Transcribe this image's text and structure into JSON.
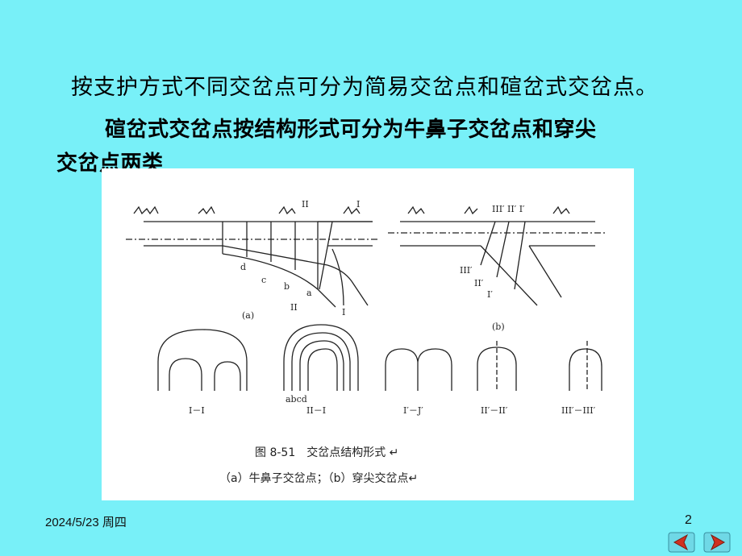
{
  "slide": {
    "line1": "按支护方式不同交岔点可分为简易交岔点和碹岔式交岔点。",
    "line2": "碹岔式交岔点按结构形式可分为牛鼻子交岔点和穿尖",
    "line3": "交岔点两类"
  },
  "figure": {
    "label_a": "(a)",
    "label_b": "(b)",
    "section_a_labels": [
      "I－I",
      "II－I"
    ],
    "section_b_labels": [
      "I′－J′",
      "II′－II′",
      "III′－III′"
    ],
    "curve_labels": [
      "a",
      "b",
      "c",
      "d"
    ],
    "bottom_abcd": "abcd",
    "top_marks_a": [
      "II",
      "I"
    ],
    "top_marks_b": "III′ II′ I′",
    "side_marks_b": [
      "III′",
      "II′",
      "I′"
    ],
    "bottom_marks_a": [
      "II",
      "I"
    ],
    "caption_title": "图 8-51　交岔点结构形式 ↵",
    "caption_sub": "（a）牛鼻子交岔点；（b）穿尖交岔点↵"
  },
  "footer": {
    "date": "2024/5/23 周四",
    "page": "2"
  },
  "colors": {
    "background": "#78f0f8",
    "nav_arrow": "#d03020"
  }
}
